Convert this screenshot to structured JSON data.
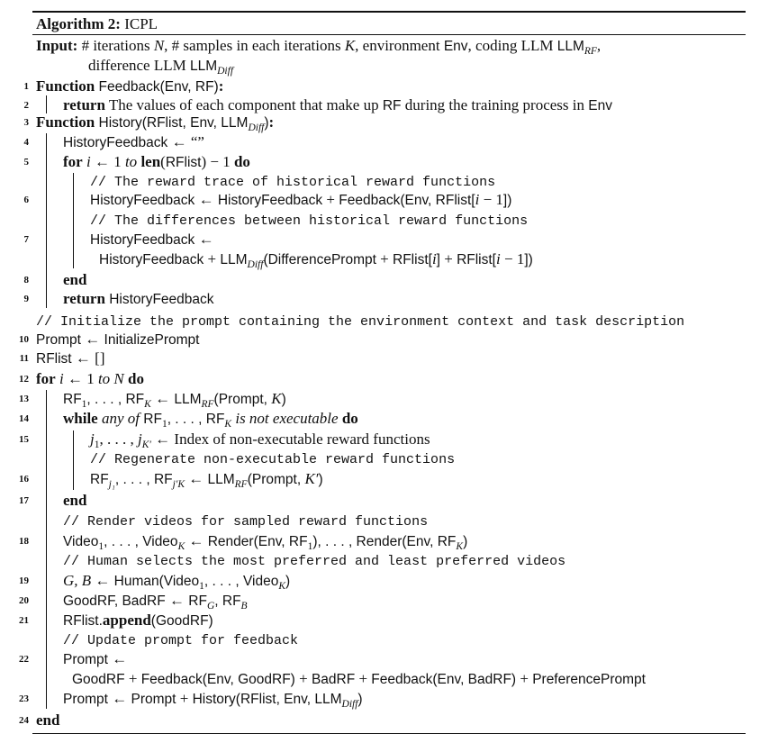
{
  "title": [
    [
      "k",
      "Algorithm 2:"
    ],
    [
      "r",
      " ICPL"
    ]
  ],
  "input1": [
    [
      "k",
      "Input:"
    ],
    [
      "r",
      " # iterations "
    ],
    [
      "i",
      "N"
    ],
    [
      "r",
      ", # samples in each iterations "
    ],
    [
      "i",
      "K"
    ],
    [
      "r",
      ", environment "
    ],
    [
      "s",
      "Env"
    ],
    [
      "r",
      ", coding LLM "
    ],
    [
      "s",
      "LLM"
    ],
    [
      "b",
      "RF"
    ],
    [
      "r",
      ","
    ]
  ],
  "input2": [
    [
      "r",
      "difference LLM "
    ],
    [
      "s",
      "LLM"
    ],
    [
      "b",
      "Diff"
    ]
  ],
  "lines": [
    {
      "num": "1",
      "segs": [
        [
          "k",
          "Function"
        ],
        [
          "s",
          " Feedback(Env, RF)"
        ],
        [
          "k",
          ":"
        ]
      ]
    },
    {
      "num": "2",
      "segs": [
        [
          "k",
          "return"
        ],
        [
          "r",
          " The values of each component that make up "
        ],
        [
          "s",
          "RF"
        ],
        [
          "r",
          " during the training process in "
        ],
        [
          "s",
          "Env"
        ]
      ]
    },
    {
      "num": "3",
      "segs": [
        [
          "k",
          "Function"
        ],
        [
          "s",
          " History(RFlist, Env, LLM"
        ],
        [
          "b",
          "Diff"
        ],
        [
          "s",
          ")"
        ],
        [
          "k",
          ":"
        ]
      ]
    },
    {
      "num": "4",
      "segs": [
        [
          "s",
          "HistoryFeedback "
        ],
        [
          "r",
          "← “”"
        ]
      ]
    },
    {
      "num": "5",
      "segs": [
        [
          "k",
          "for"
        ],
        [
          "r",
          " "
        ],
        [
          "i",
          "i"
        ],
        [
          "r",
          " ← 1 "
        ],
        [
          "i",
          "to"
        ],
        [
          "r",
          " "
        ],
        [
          "k",
          "len"
        ],
        [
          "r",
          "("
        ],
        [
          "s",
          "RFlist"
        ],
        [
          "r",
          ") − 1 "
        ],
        [
          "k",
          "do"
        ]
      ]
    },
    {
      "num": "",
      "segs": [
        [
          "c",
          "// The reward trace of historical reward functions"
        ]
      ]
    },
    {
      "num": "6",
      "segs": [
        [
          "s",
          "HistoryFeedback "
        ],
        [
          "r",
          "← "
        ],
        [
          "s",
          "HistoryFeedback"
        ],
        [
          "r",
          " + "
        ],
        [
          "s",
          "Feedback(Env, RFlist["
        ],
        [
          "i",
          "i"
        ],
        [
          "r",
          " − 1"
        ],
        [
          "s",
          "])"
        ]
      ]
    },
    {
      "num": "",
      "segs": [
        [
          "c",
          "// The differences between historical reward functions"
        ]
      ]
    },
    {
      "num": "7",
      "segs": [
        [
          "s",
          "HistoryFeedback "
        ],
        [
          "r",
          "←"
        ]
      ]
    },
    {
      "num": "",
      "segs": [
        [
          "s",
          "HistoryFeedback"
        ],
        [
          "r",
          " + "
        ],
        [
          "s",
          "LLM"
        ],
        [
          "b",
          "Diff"
        ],
        [
          "s",
          "(DifferencePrompt"
        ],
        [
          "r",
          " + "
        ],
        [
          "s",
          "RFlist["
        ],
        [
          "i",
          "i"
        ],
        [
          "s",
          "]"
        ],
        [
          "r",
          " + "
        ],
        [
          "s",
          "RFlist["
        ],
        [
          "i",
          "i"
        ],
        [
          "r",
          " − 1"
        ],
        [
          "s",
          "])"
        ]
      ]
    },
    {
      "num": "8",
      "segs": [
        [
          "k",
          "end"
        ]
      ]
    },
    {
      "num": "9",
      "segs": [
        [
          "k",
          "return"
        ],
        [
          "s",
          " HistoryFeedback"
        ]
      ]
    },
    {
      "num": "",
      "segs": [
        [
          "c",
          "// Initialize the prompt containing the environment context and task description"
        ]
      ]
    },
    {
      "num": "10",
      "segs": [
        [
          "s",
          "Prompt "
        ],
        [
          "r",
          "← "
        ],
        [
          "s",
          "InitializePrompt"
        ]
      ]
    },
    {
      "num": "11",
      "segs": [
        [
          "s",
          "RFlist "
        ],
        [
          "r",
          "← []"
        ]
      ]
    },
    {
      "num": "12",
      "segs": [
        [
          "k",
          "for"
        ],
        [
          "r",
          " "
        ],
        [
          "i",
          "i"
        ],
        [
          "r",
          " ← 1 "
        ],
        [
          "i",
          "to N"
        ],
        [
          "r",
          " "
        ],
        [
          "k",
          "do"
        ]
      ]
    },
    {
      "num": "13",
      "segs": [
        [
          "s",
          "RF"
        ],
        [
          "n",
          "1"
        ],
        [
          "s",
          ", . . . , RF"
        ],
        [
          "b",
          "K"
        ],
        [
          "r",
          " ← "
        ],
        [
          "s",
          "LLM"
        ],
        [
          "b",
          "RF"
        ],
        [
          "s",
          "(Prompt, "
        ],
        [
          "i",
          "K"
        ],
        [
          "s",
          ")"
        ]
      ]
    },
    {
      "num": "14",
      "segs": [
        [
          "k",
          "while"
        ],
        [
          "r",
          " "
        ],
        [
          "i",
          "any of"
        ],
        [
          "r",
          " "
        ],
        [
          "s",
          "RF"
        ],
        [
          "n",
          "1"
        ],
        [
          "s",
          ", . . . , RF"
        ],
        [
          "b",
          "K"
        ],
        [
          "r",
          " "
        ],
        [
          "i",
          "is not executable"
        ],
        [
          "r",
          " "
        ],
        [
          "k",
          "do"
        ]
      ]
    },
    {
      "num": "15",
      "segs": [
        [
          "i",
          "j"
        ],
        [
          "n",
          "1"
        ],
        [
          "r",
          ", . . . , "
        ],
        [
          "i",
          "j"
        ],
        [
          "b",
          "K′"
        ],
        [
          "r",
          " ← Index of non-executable reward functions"
        ]
      ]
    },
    {
      "num": "",
      "segs": [
        [
          "c",
          "// Regenerate non-executable reward functions"
        ]
      ]
    },
    {
      "num": "16",
      "segs": [
        [
          "s",
          "RF"
        ],
        [
          "b",
          "j₁"
        ],
        [
          "s",
          ", . . . , RF"
        ],
        [
          "b",
          "j′K"
        ],
        [
          "r",
          " ← "
        ],
        [
          "s",
          "LLM"
        ],
        [
          "b",
          "RF"
        ],
        [
          "s",
          "(Prompt, "
        ],
        [
          "i",
          "K′"
        ],
        [
          "s",
          ")"
        ]
      ]
    },
    {
      "num": "17",
      "segs": [
        [
          "k",
          "end"
        ]
      ]
    },
    {
      "num": "",
      "segs": [
        [
          "c",
          "// Render videos for sampled reward functions"
        ]
      ]
    },
    {
      "num": "18",
      "segs": [
        [
          "s",
          "Video"
        ],
        [
          "n",
          "1"
        ],
        [
          "s",
          ", . . . , Video"
        ],
        [
          "b",
          "K"
        ],
        [
          "r",
          " ← "
        ],
        [
          "s",
          "Render(Env, RF"
        ],
        [
          "n",
          "1"
        ],
        [
          "s",
          "), . . . , Render(Env, RF"
        ],
        [
          "b",
          "K"
        ],
        [
          "s",
          ")"
        ]
      ]
    },
    {
      "num": "",
      "segs": [
        [
          "c",
          "// Human selects the most preferred and least preferred videos"
        ]
      ]
    },
    {
      "num": "19",
      "segs": [
        [
          "i",
          "G, B"
        ],
        [
          "r",
          " ← "
        ],
        [
          "s",
          "Human(Video"
        ],
        [
          "n",
          "1"
        ],
        [
          "s",
          ", . . . , Video"
        ],
        [
          "b",
          "K"
        ],
        [
          "s",
          ")"
        ]
      ]
    },
    {
      "num": "20",
      "segs": [
        [
          "s",
          "GoodRF, BadRF "
        ],
        [
          "r",
          "← "
        ],
        [
          "s",
          "RF"
        ],
        [
          "b",
          "G"
        ],
        [
          "s",
          ", RF"
        ],
        [
          "b",
          "B"
        ]
      ]
    },
    {
      "num": "21",
      "segs": [
        [
          "s",
          "RFlist."
        ],
        [
          "k",
          "append"
        ],
        [
          "s",
          "(GoodRF)"
        ]
      ]
    },
    {
      "num": "",
      "segs": [
        [
          "c",
          "// Update prompt for feedback"
        ]
      ]
    },
    {
      "num": "22",
      "segs": [
        [
          "s",
          "Prompt "
        ],
        [
          "r",
          "←"
        ]
      ]
    },
    {
      "num": "",
      "segs": [
        [
          "s",
          "GoodRF"
        ],
        [
          "r",
          " + "
        ],
        [
          "s",
          "Feedback(Env, GoodRF)"
        ],
        [
          "r",
          " + "
        ],
        [
          "s",
          "BadRF"
        ],
        [
          "r",
          " + "
        ],
        [
          "s",
          "Feedback(Env, BadRF)"
        ],
        [
          "r",
          " + "
        ],
        [
          "s",
          "PreferencePrompt"
        ]
      ]
    },
    {
      "num": "23",
      "segs": [
        [
          "s",
          "Prompt "
        ],
        [
          "r",
          "← "
        ],
        [
          "s",
          "Prompt"
        ],
        [
          "r",
          " + "
        ],
        [
          "s",
          "History(RFlist, Env, LLM"
        ],
        [
          "b",
          "Diff"
        ],
        [
          "s",
          ")"
        ]
      ]
    },
    {
      "num": "24",
      "segs": [
        [
          "k",
          "end"
        ]
      ]
    }
  ]
}
